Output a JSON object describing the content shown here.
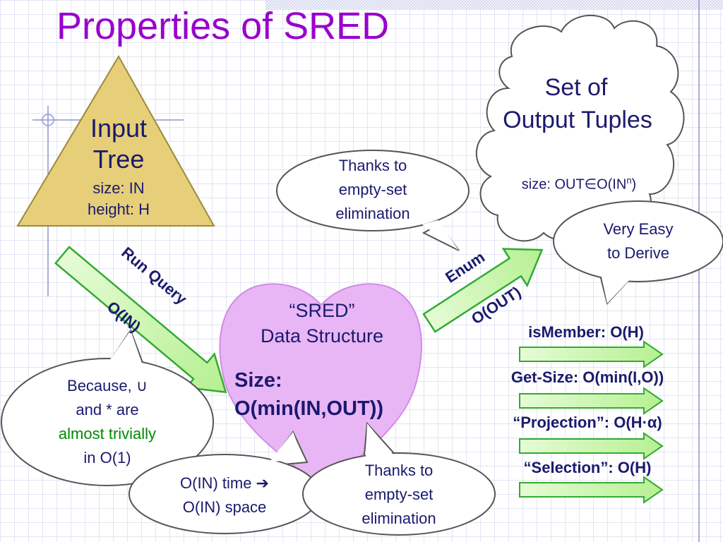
{
  "slide": {
    "title": "Properties of SRED",
    "input_tree": {
      "line1": "Input",
      "line2": "Tree",
      "size": "size: IN",
      "height": "height: H"
    },
    "output_cloud": {
      "line1": "Set of",
      "line2": "Output Tuples",
      "size_prefix": "size: OUT",
      "size_symbol": "∈",
      "size_mid": "O(IN",
      "size_sup": "n",
      "size_suffix": ")"
    },
    "heart": {
      "line1": "“SRED”",
      "line2": "Data Structure",
      "size1": "Size:",
      "size2": "O(min(IN,OUT))"
    },
    "arrow_run": {
      "label": "Run Query",
      "cost": "O(IN)"
    },
    "arrow_enum": {
      "label": "Enum",
      "cost": "O(OUT)"
    },
    "bubble_thanks_top": {
      "line1": "Thanks to",
      "line2": "empty-set",
      "line3": "elimination"
    },
    "bubble_very_easy": {
      "line1": "Very Easy",
      "line2": "to Derive"
    },
    "bubble_because": {
      "line1": "Because, ∪",
      "line2": "and * are",
      "line3": "almost trivially",
      "line4": "in O(1)"
    },
    "bubble_time": {
      "line1": "O(IN) time ➔",
      "line2": "O(IN) space"
    },
    "bubble_thanks_bottom": {
      "line1": "Thanks to",
      "line2": "empty-set",
      "line3": "elimination"
    },
    "operations": [
      {
        "label": "isMember: O(H)"
      },
      {
        "label": "Get-Size: O(min(I,O))"
      },
      {
        "label": "“Projection”: O(H·α)"
      },
      {
        "label": "“Selection”: O(H)"
      }
    ]
  },
  "colors": {
    "title": "#9900cc",
    "text": "#1a1a6e",
    "triangle_fill": "#e6cf78",
    "heart_fill": "#e9b6f5",
    "heart_stroke": "#d28ce6",
    "arrow_fill": "#ccf5b0",
    "arrow_stroke": "#33aa33",
    "highlight_green": "#008a00"
  }
}
